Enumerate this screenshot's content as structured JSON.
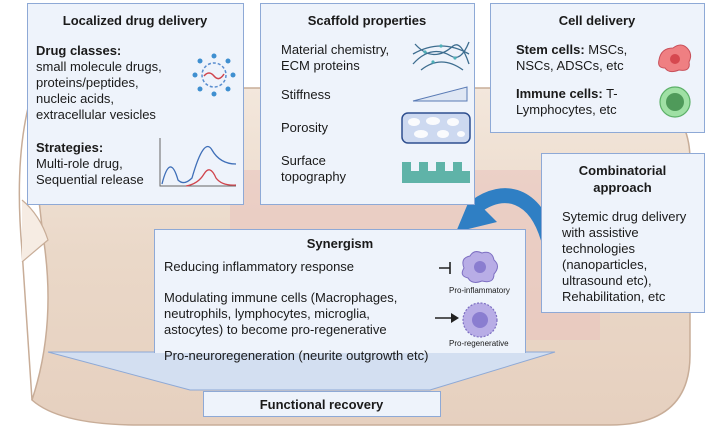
{
  "drug_delivery": {
    "title": "Localized drug delivery",
    "classes_heading": "Drug classes:",
    "classes": [
      "small molecule drugs,",
      "proteins/peptides,",
      "nucleic acids,",
      "extracellular vesicles"
    ],
    "strategies_heading": "Strategies:",
    "strategies": [
      "Multi-role drug,",
      "Sequential release"
    ]
  },
  "scaffold": {
    "title": "Scaffold properties",
    "items": [
      "Material chemistry,",
      "ECM proteins",
      "Stiffness",
      "Porosity",
      "Surface",
      "topography"
    ]
  },
  "cell_delivery": {
    "title": "Cell delivery",
    "stem_heading": "Stem cells:",
    "stem_text": [
      " MSCs,",
      "NSCs, ADSCs, etc"
    ],
    "immune_heading": "Immune cells:",
    "immune_text": [
      " T-",
      "Lymphocytes, etc"
    ]
  },
  "combinatorial": {
    "title": [
      "Combinatorial",
      "approach"
    ],
    "text": [
      "Sytemic drug delivery",
      "with assistive",
      "technologies",
      "(nanoparticles,",
      "ultrasound etc),",
      "Rehabilitation, etc"
    ]
  },
  "synergism": {
    "title": "Synergism",
    "lines": [
      "Reducing inflammatory response",
      "Modulating immune cells (Macrophages,",
      "neutrophils, lymphocytes, microglia,",
      "astocytes) to become pro-regenerative",
      "Pro-neuroregeneration (neurite outgrowth etc)"
    ],
    "pro_inflammatory": "Pro-inflammatory",
    "pro_regenerative": "Pro-regenerative"
  },
  "outcome": {
    "label": "Functional recovery"
  },
  "colors": {
    "box_fill": "#eef3fb",
    "box_border": "#8ea9d6",
    "tissue": "#efe2d6",
    "arrow": "#2f7fc4",
    "macrophage": "#9b8fd0"
  }
}
